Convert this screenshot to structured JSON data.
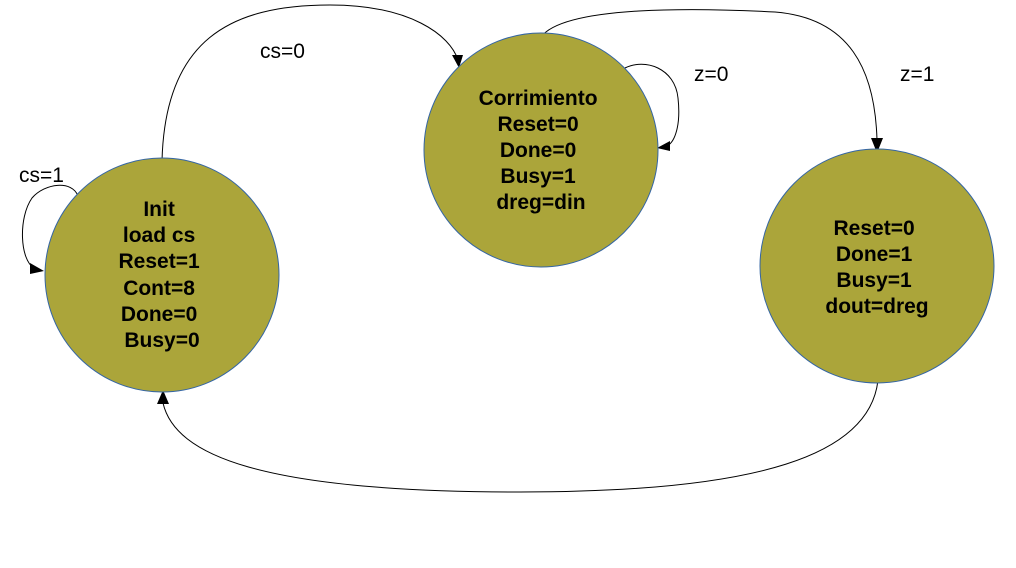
{
  "diagram": {
    "states": {
      "init": {
        "lines": [
          "Init",
          "load cs",
          "Reset=1",
          "Cont=8",
          "Done=0",
          "Busy=0"
        ]
      },
      "corrimiento": {
        "lines": [
          "Corrimiento",
          "Reset=0",
          "Done=0",
          "Busy=1",
          "dreg=din"
        ]
      },
      "done": {
        "lines": [
          "Reset=0",
          "Done=1",
          "Busy=1",
          "dout=dreg"
        ]
      }
    },
    "transitions": {
      "init_self": "cs=1",
      "init_to_corrimiento": "cs=0",
      "corrimiento_self": "z=0",
      "corrimiento_to_done": "z=1"
    }
  },
  "colors": {
    "state_fill": "#aba53a",
    "state_stroke": "#3465a4",
    "edge": "#000000",
    "background": "#ffffff"
  }
}
